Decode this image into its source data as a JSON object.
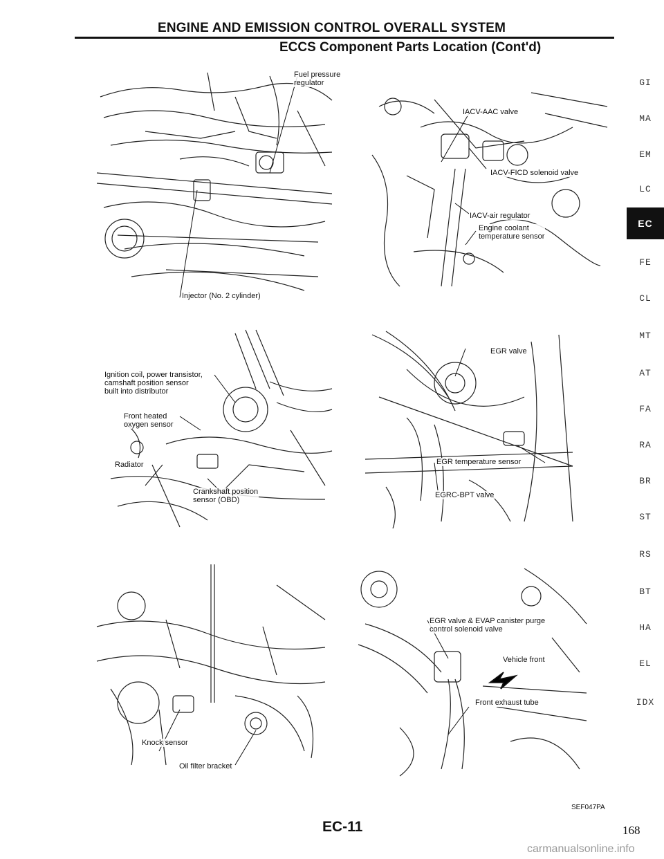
{
  "header": {
    "title": "ENGINE AND EMISSION CONTROL OVERALL SYSTEM",
    "subtitle": "ECCS Component Parts Location (Cont'd)"
  },
  "panels": {
    "p1": {
      "labels": [
        "Fuel pressure\nregulator",
        "Injector (No. 2 cylinder)"
      ]
    },
    "p2": {
      "labels": [
        "IACV-AAC valve",
        "IACV-FICD solenoid valve",
        "IACV-air regulator",
        "Engine coolant\ntemperature sensor"
      ]
    },
    "p3": {
      "labels": [
        "Ignition coil, power transistor,\ncamshaft position sensor\nbuilt into distributor",
        "Front heated\noxygen sensor",
        "Radiator",
        "Crankshaft position\nsensor (OBD)"
      ]
    },
    "p4": {
      "labels": [
        "EGR valve",
        "EGR temperature sensor",
        "EGRC-BPT valve"
      ]
    },
    "p5": {
      "labels": [
        "Knock sensor",
        "Oil filter bracket"
      ]
    },
    "p6": {
      "labels": [
        "EGR valve & EVAP canister purge\ncontrol solenoid valve",
        "Vehicle front",
        "Front exhaust tube"
      ]
    }
  },
  "sidebar": [
    "GI",
    "MA",
    "EM",
    "LC",
    "EC",
    "FE",
    "CL",
    "MT",
    "AT",
    "FA",
    "RA",
    "BR",
    "ST",
    "RS",
    "BT",
    "HA",
    "EL",
    "IDX"
  ],
  "sidebar_active": "EC",
  "figure_id": "SEF047PA",
  "page_code": "EC-11",
  "page_number": "168",
  "watermark": "carmanualsonline.info"
}
